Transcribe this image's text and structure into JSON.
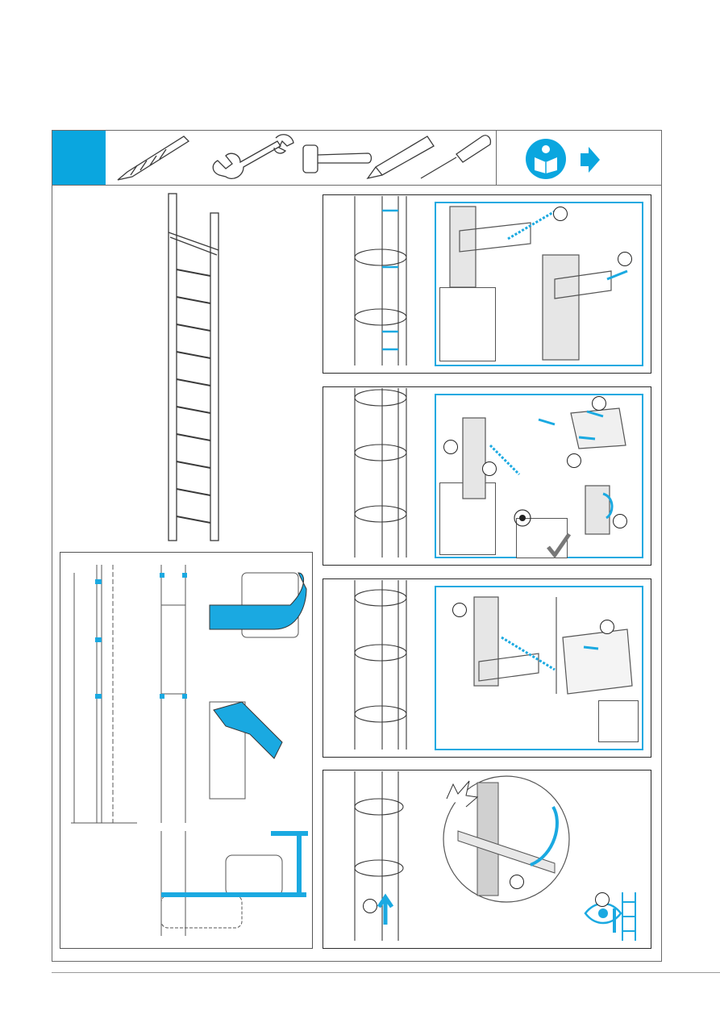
{
  "colors": {
    "accent": "#0aa6df",
    "line": "#3a3a3a",
    "gray": "#8c8c8c"
  },
  "toolbar": {
    "tools": [
      "drill-bit-icon",
      "open-end-wrench-icon",
      "mallet-icon",
      "pencil-icon",
      "screwdriver-icon"
    ],
    "info": [
      "read-manual-icon",
      "arrow-right-icon"
    ]
  },
  "panels": [
    {
      "name": "step-drill-rung",
      "callouts": 2
    },
    {
      "name": "step-bracket-mount",
      "callouts": 4
    },
    {
      "name": "step-handle-mount",
      "callouts": 2
    },
    {
      "name": "step-cage-check",
      "callouts": 2
    }
  ]
}
